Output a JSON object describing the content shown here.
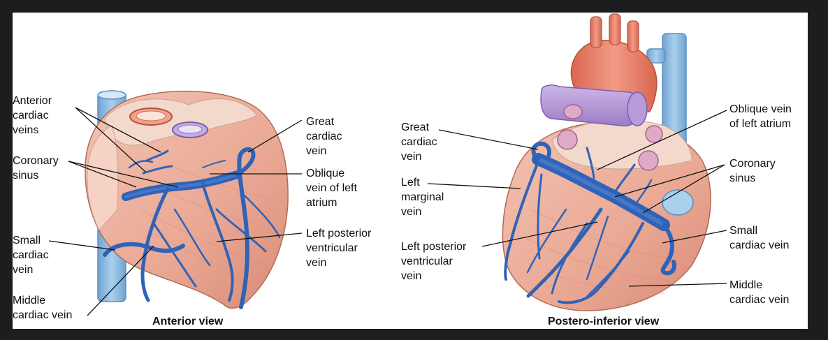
{
  "views": {
    "anterior": {
      "title": "Anterior view",
      "labels": {
        "anterior_cardiac_veins": [
          "Anterior",
          "cardiac",
          "veins"
        ],
        "coronary_sinus": [
          "Coronary",
          "sinus"
        ],
        "small_cardiac_vein": [
          "Small",
          "cardiac",
          "vein"
        ],
        "middle_cardiac_vein": [
          "Middle",
          "cardiac vein"
        ],
        "great_cardiac_vein": [
          "Great",
          "cardiac",
          "vein"
        ],
        "oblique_vein": [
          "Oblique",
          "vein of left",
          "atrium"
        ],
        "left_posterior_ventricular_vein": [
          "Left posterior",
          "ventricular",
          "vein"
        ]
      }
    },
    "posterior": {
      "title": "Postero-inferior view",
      "labels": {
        "great_cardiac_vein": [
          "Great",
          "cardiac",
          "vein"
        ],
        "left_marginal_vein": [
          "Left",
          "marginal",
          "vein"
        ],
        "left_posterior_ventricular_vein": [
          "Left posterior",
          "ventricular",
          "vein"
        ],
        "oblique_vein": [
          "Oblique vein",
          "of left atrium"
        ],
        "coronary_sinus": [
          "Coronary",
          "sinus"
        ],
        "small_cardiac_vein": [
          "Small",
          "cardiac vein"
        ],
        "middle_cardiac_vein": [
          "Middle",
          "cardiac vein"
        ]
      }
    }
  },
  "colors": {
    "background": "#1b1d1f",
    "panel": "#ffffff",
    "myocardium": "#e9a894",
    "vein": "#2f63b8",
    "vein_dark": "#1d4588",
    "vena_cava": "#8fbde0",
    "aorta": "#e8836f",
    "pulmonary": "#b79ad8",
    "fat": "#f2d9cc"
  }
}
